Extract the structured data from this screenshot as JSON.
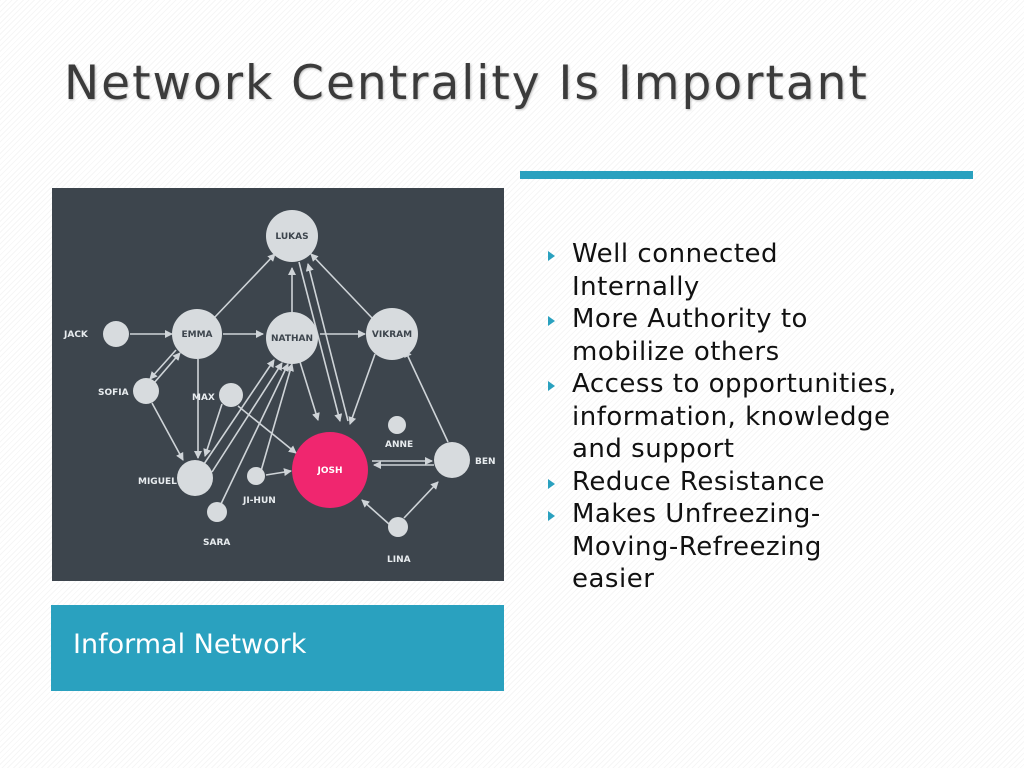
{
  "slide": {
    "title": "Network Centrality Is Important",
    "caption": "Informal Network",
    "bullets": [
      "Well connected Internally",
      "More Authority to mobilize others",
      "Access to opportunities, information, knowledge and support",
      "Reduce Resistance",
      "Makes Unfreezing-Moving-Refreezing easier"
    ]
  },
  "diagram": {
    "nodes": {
      "lukas": "LUKAS",
      "emma": "EMMA",
      "nathan": "NATHAN",
      "vikram": "VIKRAM",
      "jack": "JACK",
      "sofia": "SOFIA",
      "max": "MAX",
      "anne": "ANNE",
      "josh": "JOSH",
      "ben": "BEN",
      "miguel": "MIGUEL",
      "ji_hun": "JI-HUN",
      "sara": "SARA",
      "lina": "LINA"
    }
  },
  "colors": {
    "accent": "#2aa1bf",
    "diagram_bg": "#3d454d",
    "node": "#d7dbde",
    "central_node": "#f0266f",
    "edge": "#cfd4d8"
  },
  "icons": {
    "bullet": "triangle-bullet-icon"
  }
}
